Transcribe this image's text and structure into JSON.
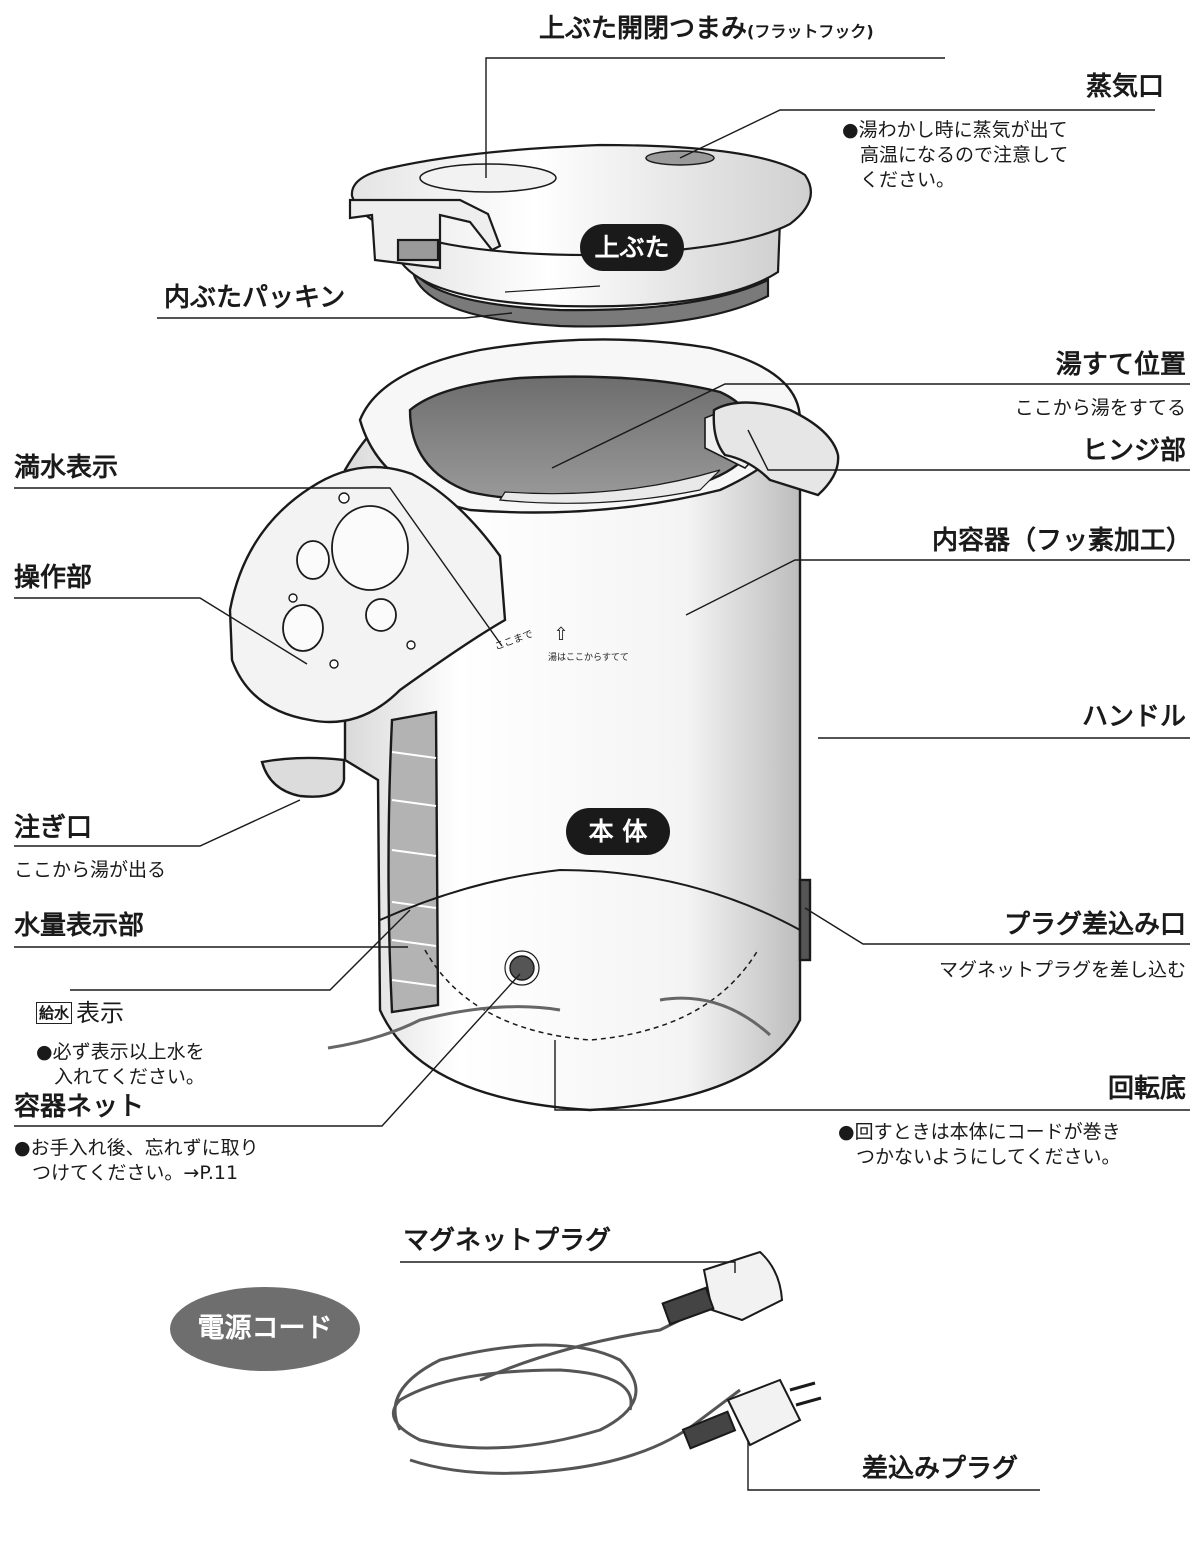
{
  "lid": {
    "knob_label": "上ぶた開閉つまみ",
    "knob_paren": "(フラットフック)",
    "steam_label": "蒸気口",
    "steam_note_lines": [
      "●湯わかし時に蒸気が出て",
      "高温になるので注意して",
      "ください。"
    ],
    "badge": "上ぶた",
    "gasket_label": "内ぶたパッキン"
  },
  "body": {
    "dump_label": "湯すて位置",
    "dump_note": "ここから湯をすてる",
    "full_label": "満水表示",
    "hinge_label": "ヒンジ部",
    "control_label": "操作部",
    "inner_label": "内容器（フッ素加工）",
    "handle_label": "ハンドル",
    "spout_label": "注ぎ口",
    "spout_note": "ここから湯が出る",
    "badge": "本 体",
    "plug_port_label": "プラグ差込み口",
    "plug_port_note": "マグネットプラグを差し込む",
    "gauge_label": "水量表示部",
    "supply_box": "給水",
    "supply_label": "表示",
    "supply_note_lines": [
      "●必ず表示以上水を",
      "入れてください。"
    ],
    "net_label": "容器ネット",
    "net_note_lines": [
      "●お手入れ後、忘れずに取り",
      "つけてください。→P.11"
    ],
    "base_label": "回転底",
    "base_note_lines": [
      "●回すときは本体にコードが巻き",
      "つかないようにしてください。"
    ],
    "inner_mark_full": "ここまで",
    "inner_mark_dump": "湯はここからすてて"
  },
  "cord": {
    "badge": "電源コード",
    "magnet_label": "マグネットプラグ",
    "plug_label": "差込みプラグ"
  }
}
